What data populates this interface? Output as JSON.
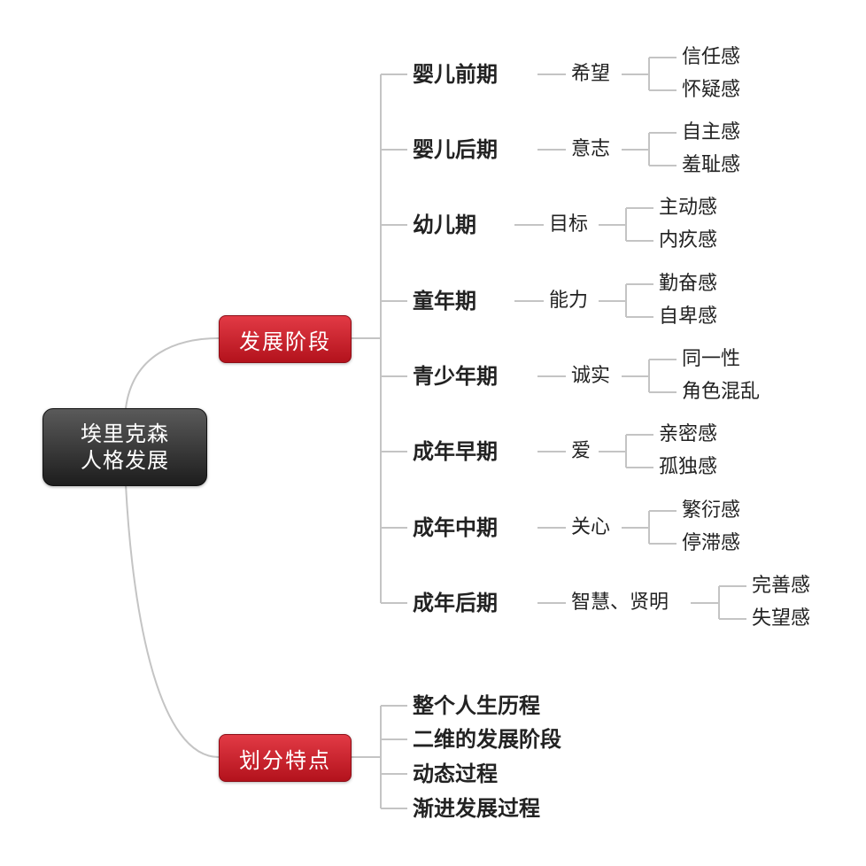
{
  "root": {
    "line1": "埃里克森",
    "line2": "人格发展"
  },
  "branches": {
    "stages": {
      "label": "发展阶段"
    },
    "features": {
      "label": "划分特点"
    }
  },
  "stages": [
    {
      "name": "婴儿前期",
      "virtue": "希望",
      "outcomes": [
        "信任感",
        "怀疑感"
      ]
    },
    {
      "name": "婴儿后期",
      "virtue": "意志",
      "outcomes": [
        "自主感",
        "羞耻感"
      ]
    },
    {
      "name": "幼儿期",
      "virtue": "目标",
      "outcomes": [
        "主动感",
        "内疚感"
      ]
    },
    {
      "name": "童年期",
      "virtue": "能力",
      "outcomes": [
        "勤奋感",
        "自卑感"
      ]
    },
    {
      "name": "青少年期",
      "virtue": "诚实",
      "outcomes": [
        "同一性",
        "角色混乱"
      ]
    },
    {
      "name": "成年早期",
      "virtue": "爱",
      "outcomes": [
        "亲密感",
        "孤独感"
      ]
    },
    {
      "name": "成年中期",
      "virtue": "关心",
      "outcomes": [
        "繁衍感",
        "停滞感"
      ]
    },
    {
      "name": "成年后期",
      "virtue": "智慧、贤明",
      "outcomes": [
        "完善感",
        "失望感"
      ]
    }
  ],
  "features": [
    "整个人生历程",
    "二维的发展阶段",
    "动态过程",
    "渐进发展过程"
  ],
  "colors": {
    "connector": "#c4c4c4",
    "branch_fill": "#c8202b",
    "root_fill": "#2b2b2b"
  }
}
